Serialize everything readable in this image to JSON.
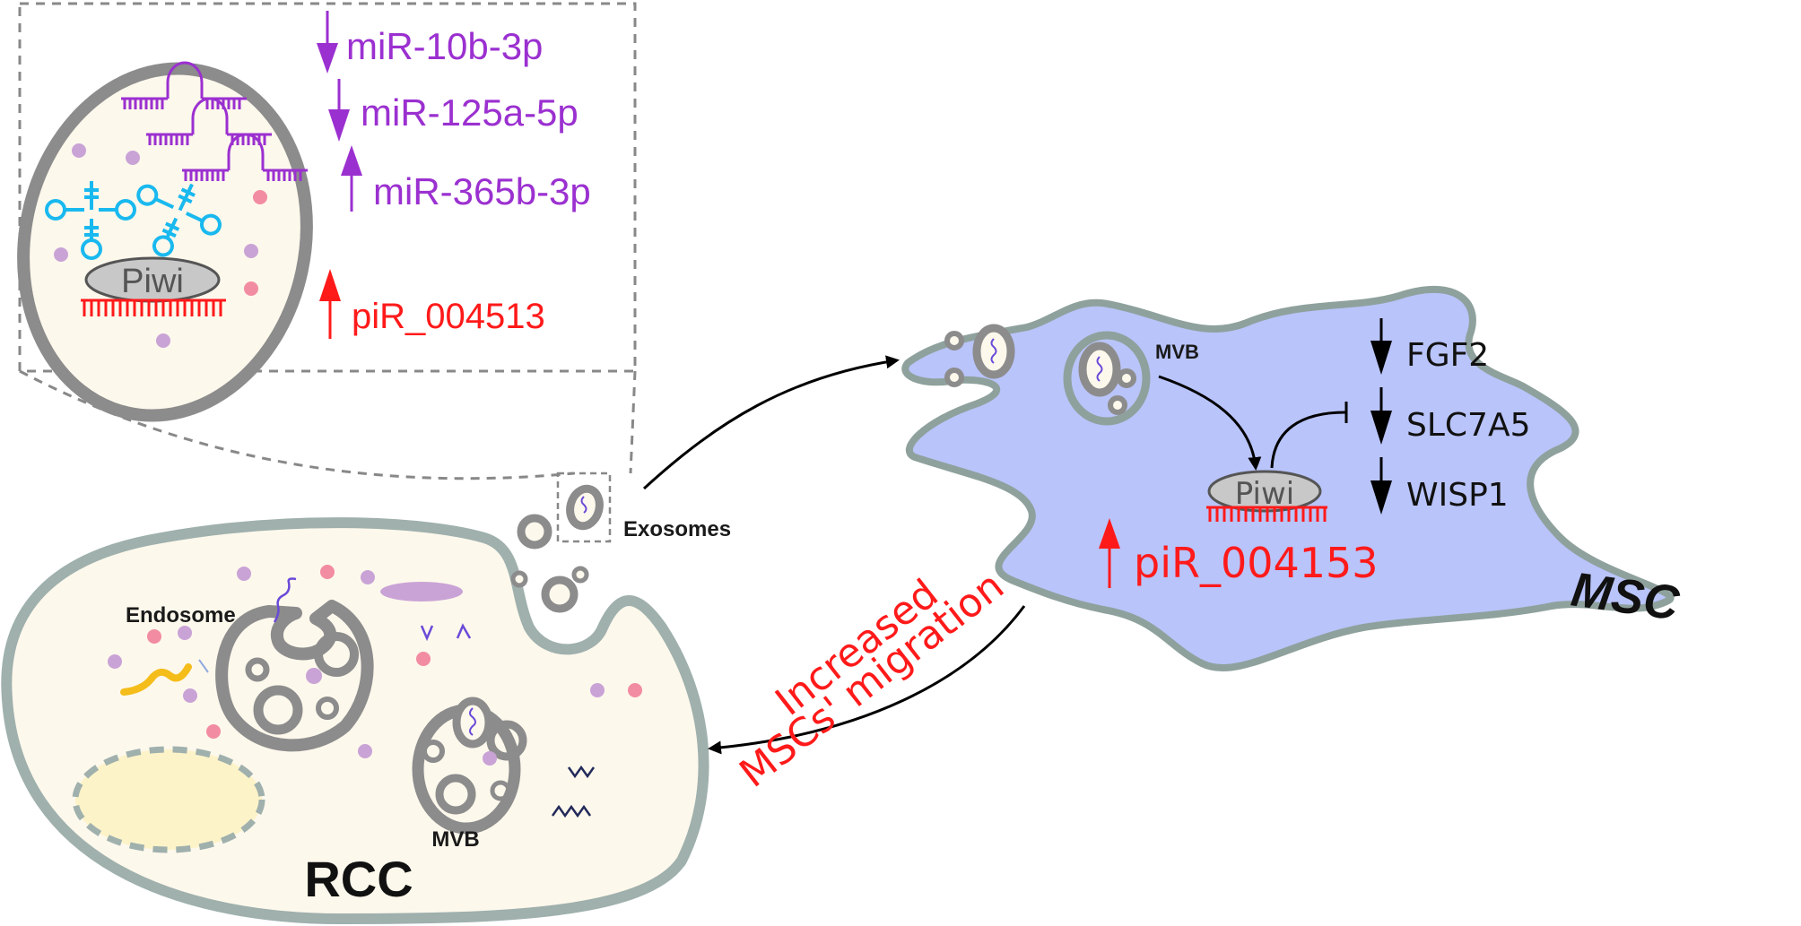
{
  "inset": {
    "mirnas": [
      {
        "label": "miR-10b-3p",
        "direction": "down"
      },
      {
        "label": "miR-125a-5p",
        "direction": "down"
      },
      {
        "label": "miR-365b-3p",
        "direction": "up"
      }
    ],
    "pirna": {
      "label": "piR_004513",
      "direction": "up"
    },
    "piwi_label": "Piwi"
  },
  "rcc": {
    "title": "RCC",
    "endosome_label": "Endosome",
    "mvb_label": "MVB"
  },
  "exosomes_label": "Exosomes",
  "msc": {
    "title": "MSC",
    "mvb_label": "MVB",
    "piwi_label": "Piwi",
    "pirna": {
      "label": "piR_004153",
      "direction": "up"
    },
    "targets": [
      {
        "label": "FGF2",
        "direction": "down"
      },
      {
        "label": "SLC7A5",
        "direction": "down"
      },
      {
        "label": "WISP1",
        "direction": "down"
      }
    ]
  },
  "effect": {
    "line1": "Increased",
    "line2": "MSCs' migration"
  },
  "colors": {
    "mirna": "#9b30d0",
    "pirna": "#ff1a1a",
    "msc_fill": "#b9c4fa",
    "membrane": "#8fa19d",
    "cytoplasm": "#fdf8ec",
    "vesicle": "#8c8c8c",
    "trna": "#19b9ef"
  }
}
